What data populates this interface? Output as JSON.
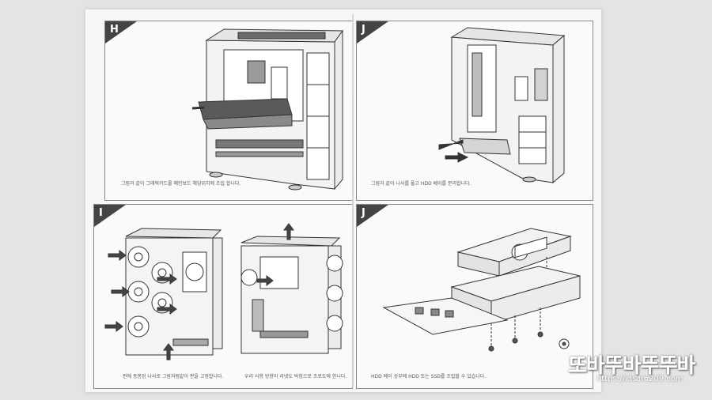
{
  "panels": [
    {
      "id": "H",
      "badge": "H",
      "caption": "그림과 같이 그래픽카드를 메인보드 해당위치에 조립 합니다."
    },
    {
      "id": "J-top",
      "badge": "J",
      "caption": "그림과 같이 나사를 풀고 HDD 베이를 분리합니다."
    },
    {
      "id": "I",
      "badge": "I",
      "caption": "판에 동봉된 나사로 그림처럼같이 판을 고정합니다.",
      "caption2": "우리 사항 방향이 라넷도 박힘으로 조로도에 한니다."
    },
    {
      "id": "J-bottom",
      "badge": "J",
      "caption": "HDD 베이 상부에 HDD 또는 SSD를 조립할 수 있습니다."
    }
  ],
  "watermark": {
    "logo": "또바뚜바뚜뚜바",
    "url": "https://idsam209.com"
  }
}
